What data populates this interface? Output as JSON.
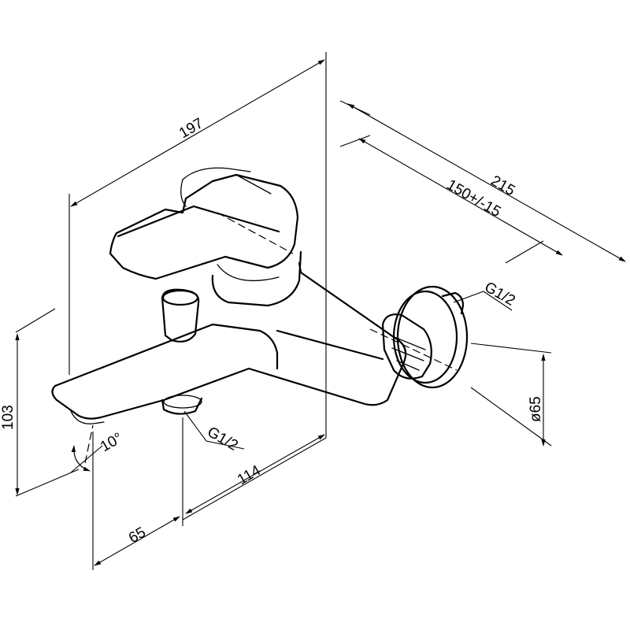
{
  "dimensions": {
    "overall_length": "197",
    "wall_projection": "215",
    "center_distance": "150+/-15",
    "connection_top": "G1/2",
    "connection_bottom": "G1/2",
    "flange_diameter": "ø65",
    "height": "103",
    "spout_angle": "10°",
    "spout_to_outlet": "114",
    "spout_offset": "65"
  },
  "colors": {
    "line": "#000000",
    "background": "#ffffff"
  }
}
